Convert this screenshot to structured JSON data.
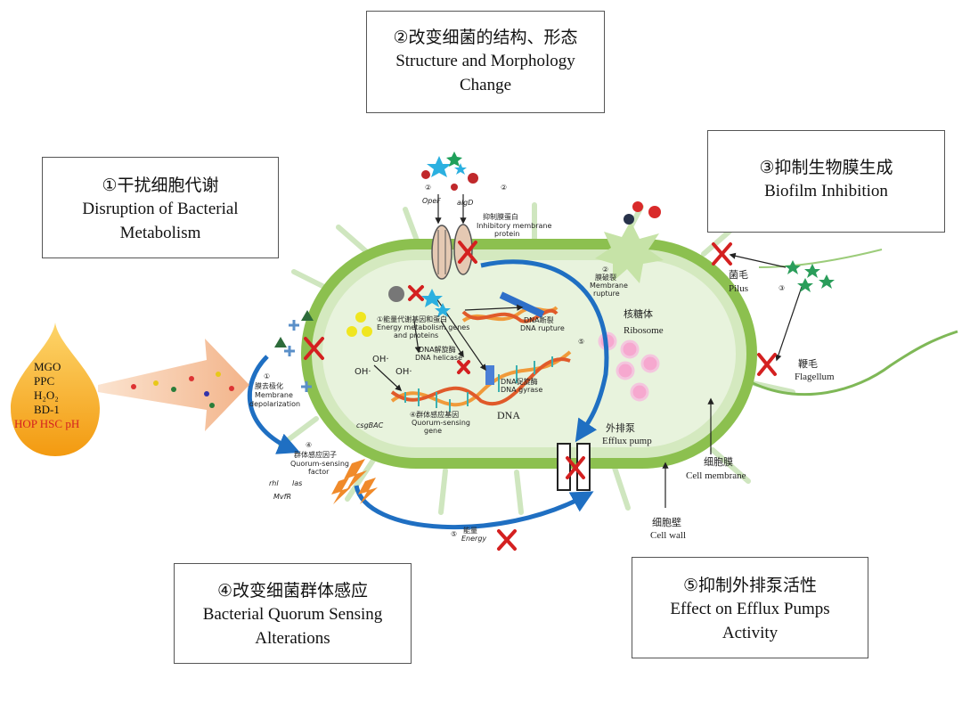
{
  "boxes": {
    "b1": {
      "zh": "①干扰细胞代谢",
      "en1": "Disruption of Bacterial",
      "en2": "Metabolism"
    },
    "b2": {
      "zh": "②改变细菌的结构、形态",
      "en1": "Structure and Morphology",
      "en2": "Change"
    },
    "b3": {
      "zh": "③抑制生物膜生成",
      "en1": "Biofilm Inhibition"
    },
    "b4": {
      "zh": "④改变细菌群体感应",
      "en1": "Bacterial Quorum Sensing",
      "en2": "Alterations"
    },
    "b5": {
      "zh": "⑤抑制外排泵活性",
      "en1": "Effect on Efflux Pumps",
      "en2": "Activity"
    }
  },
  "drop": {
    "items": [
      "MGO",
      "PPC",
      "H₂O₂",
      "BD-1",
      "HOP HSC pH"
    ]
  },
  "labels": {
    "ribosome_zh": "核糖体",
    "ribosome_en": "Ribosome",
    "dna": "DNA",
    "efflux_zh": "外排泵",
    "efflux_en": "Efflux pump",
    "pilus_zh": "菌毛",
    "pilus_en": "Pilus",
    "flagellum_zh": "鞭毛",
    "flagellum_en": "Flagellum",
    "membrane_zh": "细胞膜",
    "membrane_en": "Cell membrane",
    "wall_zh": "细胞壁",
    "wall_en": "Cell wall",
    "opef": "OpeF",
    "algd": "algD",
    "inhib_zh": "抑制膜蛋白",
    "inhib_en1": "Inhibitory membrane",
    "inhib_en2": "protein",
    "rupture_zh": "膜破裂",
    "rupture_en1": "Membrane",
    "rupture_en2": "rupture",
    "energy_gene_zh": "①能量代谢基因和蛋白",
    "energy_gene_en1": "Energy metabolism genes",
    "energy_gene_en2": "and proteins",
    "dna_rupture_zh": "DNA断裂",
    "dna_rupture_en": "DNA rupture",
    "helicase_zh": "DNA解旋酶",
    "helicase_en": "DNA helicase",
    "gyrase_zh": "DNA促旋酶",
    "gyrase_en": "DNA gyrase",
    "qs_gene_zh": "④群体感应基因",
    "qs_gene_en1": "Quorum-sensing",
    "qs_gene_en2": "gene",
    "depol_zh": "膜去极化",
    "depol_en1": "Membrane",
    "depol_en2": "depolarization",
    "qs_factor_zh": "群体感应因子",
    "qs_factor_en1": "Quorum-sensing",
    "qs_factor_en2": "factor",
    "energy_zh": "能量",
    "energy_en": "Energy",
    "oh": "OH·",
    "rhl": "rhl",
    "las": "las",
    "mvfr": "MvfR",
    "csgbac": "csgBAC",
    "n1": "①",
    "n2": "②",
    "n3": "③",
    "n4": "④",
    "n5": "⑤"
  },
  "colors": {
    "cell_outer": "#8cc04f",
    "cell_inner": "#e6f2d8",
    "arrow_blue": "#1f6fc2",
    "cross_red": "#d42020",
    "drop": "#f5a623"
  }
}
